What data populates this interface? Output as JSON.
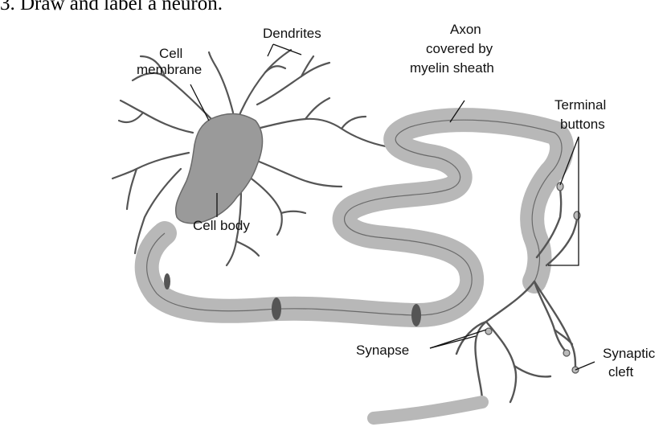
{
  "header": "3. Draw and label a neuron.",
  "labels": {
    "dendrites": "Dendrites",
    "cell_membrane_1": "Cell",
    "cell_membrane_2": "membrane",
    "axon_1": "Axon",
    "axon_2": "covered by",
    "axon_3": "myelin sheath",
    "terminal_1": "Terminal",
    "terminal_2": "buttons",
    "cell_body": "Cell body",
    "synapse": "Synapse",
    "synaptic_cleft_1": "Synaptic",
    "synaptic_cleft_2": "cleft"
  },
  "colors": {
    "soma": "#9a9a9a",
    "myelin": "#b8b8b8",
    "node": "#555555",
    "outline": "#555555"
  }
}
